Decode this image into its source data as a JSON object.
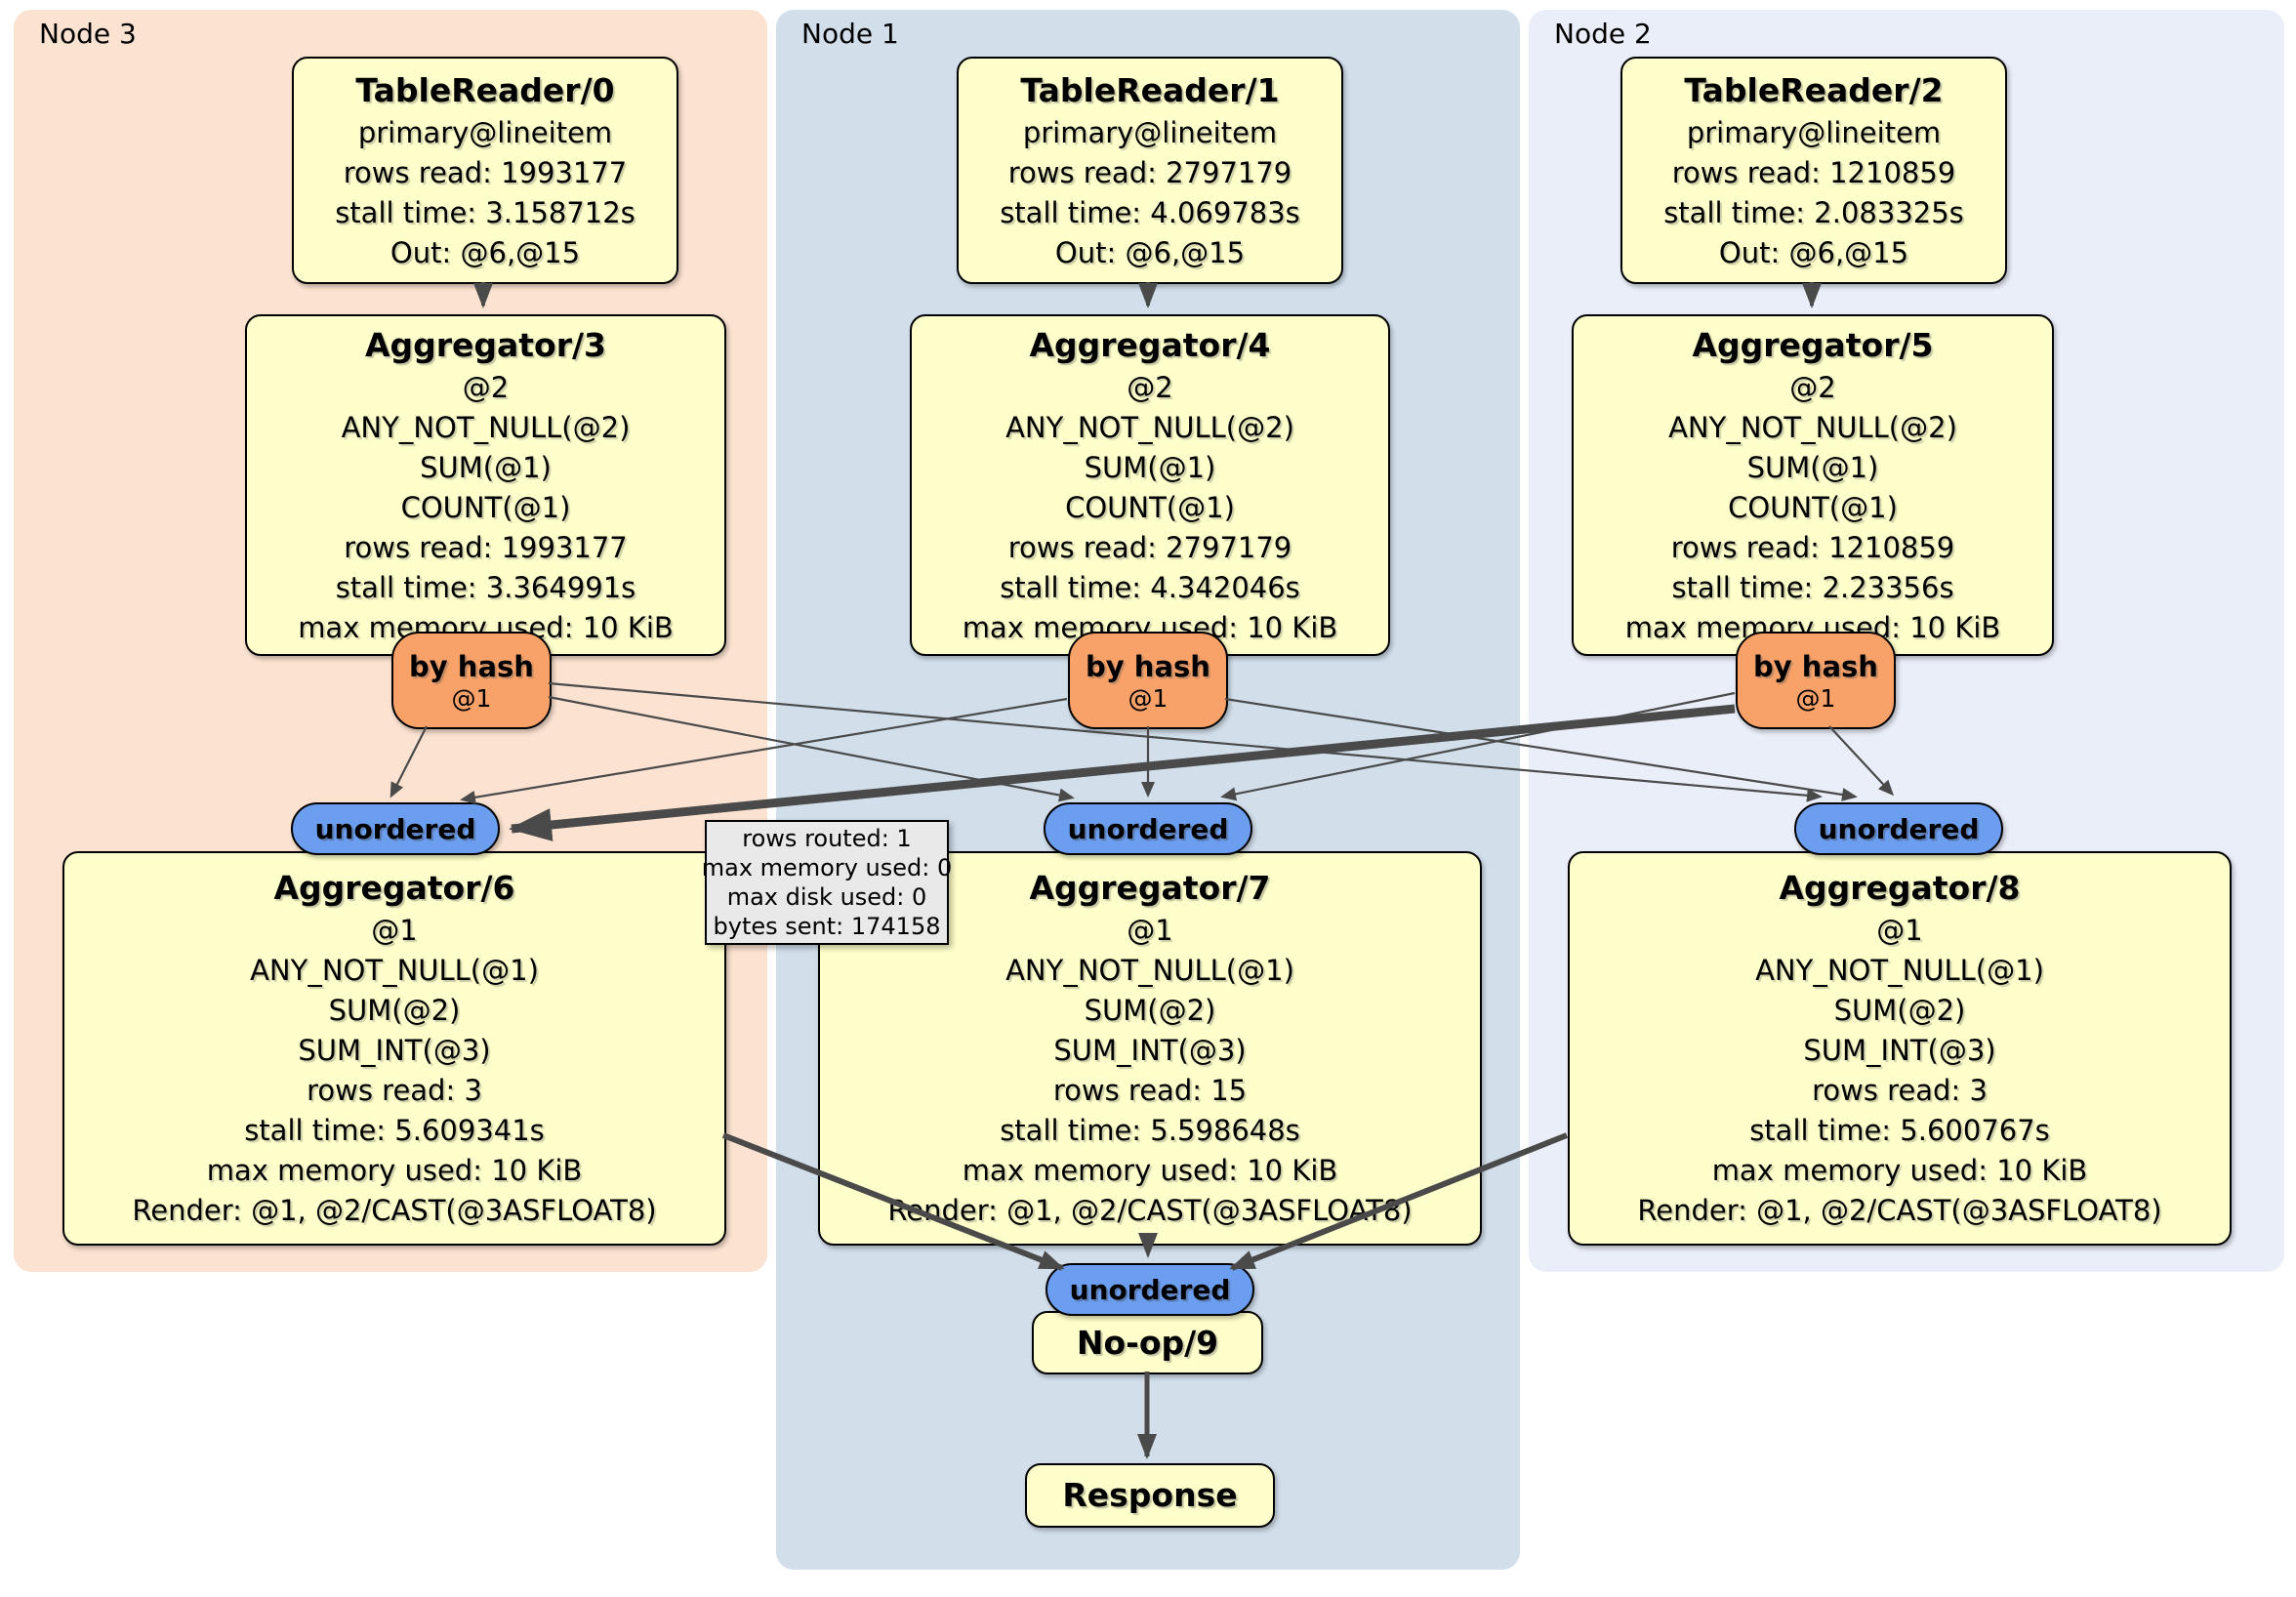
{
  "regions": [
    {
      "id": "node3",
      "label": "Node 3"
    },
    {
      "id": "node1",
      "label": "Node 1"
    },
    {
      "id": "node2",
      "label": "Node 2"
    }
  ],
  "processors": {
    "tr0": {
      "title": "TableReader/0",
      "lines": [
        "primary@lineitem",
        "rows read: 1993177",
        "stall time: 3.158712s",
        "Out: @6,@15"
      ]
    },
    "tr1": {
      "title": "TableReader/1",
      "lines": [
        "primary@lineitem",
        "rows read: 2797179",
        "stall time: 4.069783s",
        "Out: @6,@15"
      ]
    },
    "tr2": {
      "title": "TableReader/2",
      "lines": [
        "primary@lineitem",
        "rows read: 1210859",
        "stall time: 2.083325s",
        "Out: @6,@15"
      ]
    },
    "agg3": {
      "title": "Aggregator/3",
      "lines": [
        "@2",
        "ANY_NOT_NULL(@2)",
        "SUM(@1)",
        "COUNT(@1)",
        "rows read: 1993177",
        "stall time: 3.364991s",
        "max memory used: 10 KiB"
      ]
    },
    "agg4": {
      "title": "Aggregator/4",
      "lines": [
        "@2",
        "ANY_NOT_NULL(@2)",
        "SUM(@1)",
        "COUNT(@1)",
        "rows read: 2797179",
        "stall time: 4.342046s",
        "max memory used: 10 KiB"
      ]
    },
    "agg5": {
      "title": "Aggregator/5",
      "lines": [
        "@2",
        "ANY_NOT_NULL(@2)",
        "SUM(@1)",
        "COUNT(@1)",
        "rows read: 1210859",
        "stall time: 2.23356s",
        "max memory used: 10 KiB"
      ]
    },
    "agg6": {
      "title": "Aggregator/6",
      "lines": [
        "@1",
        "ANY_NOT_NULL(@1)",
        "SUM(@2)",
        "SUM_INT(@3)",
        "rows read: 3",
        "stall time: 5.609341s",
        "max memory used: 10 KiB",
        "Render: @1, @2/CAST(@3ASFLOAT8)"
      ]
    },
    "agg7": {
      "title": "Aggregator/7",
      "lines": [
        "@1",
        "ANY_NOT_NULL(@1)",
        "SUM(@2)",
        "SUM_INT(@3)",
        "rows read: 15",
        "stall time: 5.598648s",
        "max memory used: 10 KiB",
        "Render: @1, @2/CAST(@3ASFLOAT8)"
      ]
    },
    "agg8": {
      "title": "Aggregator/8",
      "lines": [
        "@1",
        "ANY_NOT_NULL(@1)",
        "SUM(@2)",
        "SUM_INT(@3)",
        "rows read: 3",
        "stall time: 5.600767s",
        "max memory used: 10 KiB",
        "Render: @1, @2/CAST(@3ASFLOAT8)"
      ]
    },
    "noop": {
      "title": "No-op/9",
      "lines": []
    },
    "response": {
      "title": "Response",
      "lines": []
    }
  },
  "routers": {
    "r3": {
      "label": "by hash",
      "detail": "@1"
    },
    "r1": {
      "label": "by hash",
      "detail": "@1"
    },
    "r2": {
      "label": "by hash",
      "detail": "@1"
    }
  },
  "syncs": {
    "u3": {
      "label": "unordered"
    },
    "u1": {
      "label": "unordered"
    },
    "u2": {
      "label": "unordered"
    },
    "uf": {
      "label": "unordered"
    }
  },
  "edge_tooltip": {
    "lines": [
      "rows routed: 1",
      "max memory used: 0",
      "max disk used: 0",
      "bytes sent: 174158"
    ]
  },
  "graph_edges": [
    {
      "from": "tr0",
      "to": "agg3",
      "highlighted": false
    },
    {
      "from": "tr1",
      "to": "agg4",
      "highlighted": false
    },
    {
      "from": "tr2",
      "to": "agg5",
      "highlighted": false
    },
    {
      "from": "r3",
      "to": "u3",
      "highlighted": false
    },
    {
      "from": "r3",
      "to": "u1",
      "highlighted": false
    },
    {
      "from": "r3",
      "to": "u2",
      "highlighted": false
    },
    {
      "from": "r1",
      "to": "u3",
      "highlighted": false
    },
    {
      "from": "r1",
      "to": "u1",
      "highlighted": false
    },
    {
      "from": "r1",
      "to": "u2",
      "highlighted": false
    },
    {
      "from": "r2",
      "to": "u3",
      "highlighted": true
    },
    {
      "from": "r2",
      "to": "u1",
      "highlighted": false
    },
    {
      "from": "r2",
      "to": "u2",
      "highlighted": false
    },
    {
      "from": "agg6",
      "to": "uf",
      "highlighted": false
    },
    {
      "from": "agg7",
      "to": "uf",
      "highlighted": false
    },
    {
      "from": "agg8",
      "to": "uf",
      "highlighted": false
    },
    {
      "from": "noop",
      "to": "response",
      "highlighted": false
    }
  ],
  "colors": {
    "region_node3": "#fce3d1",
    "region_node1": "#d2dfeb",
    "region_node2": "#eaeef8",
    "processor_fill": "#ffffcb",
    "router_fill": "#f8a269",
    "sync_fill": "#6c9ef0",
    "tooltip_fill": "#e9e9e9",
    "edge": "#4a4a4a"
  }
}
